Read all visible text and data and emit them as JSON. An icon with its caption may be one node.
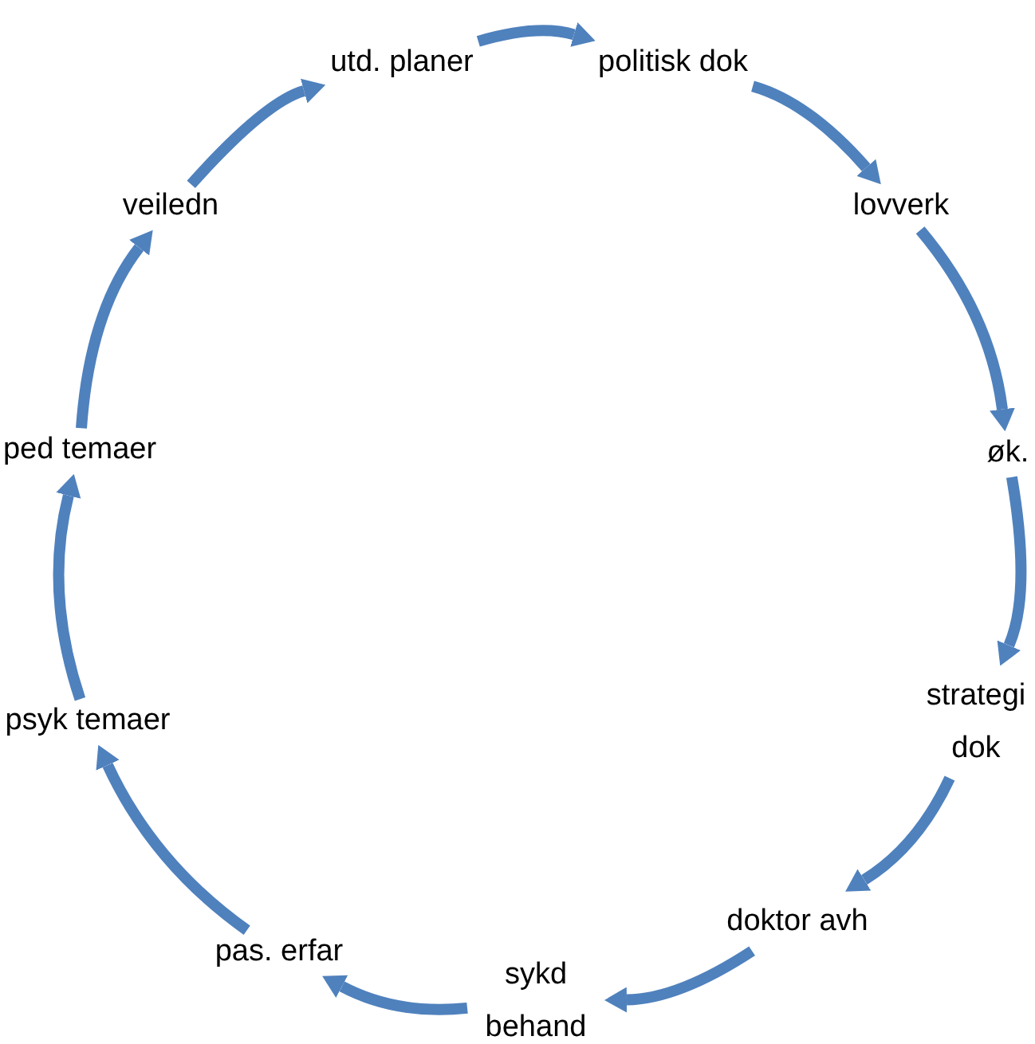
{
  "diagram": {
    "nodes": [
      {
        "text": [
          "utd. planer"
        ]
      },
      {
        "text": [
          "politisk dok"
        ]
      },
      {
        "text": [
          "lovverk"
        ]
      },
      {
        "text": [
          "øk."
        ]
      },
      {
        "text": [
          "strategi dok"
        ]
      },
      {
        "text": [
          "doktor avh"
        ]
      },
      {
        "text": [
          "sykd behand"
        ]
      },
      {
        "text": [
          "pas. erfar"
        ]
      },
      {
        "text": [
          "psyk temaer"
        ]
      },
      {
        "text": [
          "ped temaer"
        ]
      },
      {
        "text": [
          "veiledn"
        ]
      }
    ],
    "edges": [
      {
        "from": 0,
        "to": 1,
        "arrow": "to"
      },
      {
        "from": 1,
        "to": 2,
        "arrow": "to"
      },
      {
        "from": 2,
        "to": 3,
        "arrow": "to"
      },
      {
        "from": 3,
        "to": 4,
        "arrow": "to"
      },
      {
        "from": 4,
        "to": 5,
        "arrow": "to"
      },
      {
        "from": 5,
        "to": 6,
        "arrow": "to"
      },
      {
        "from": 6,
        "to": 7,
        "arrow": "to"
      },
      {
        "from": 7,
        "to": 8,
        "arrow": "to"
      },
      {
        "from": 8,
        "to": 9,
        "arrow": "to"
      },
      {
        "from": 9,
        "to": 10,
        "arrow": "to"
      },
      {
        "from": 10,
        "to": 0,
        "arrow": "to"
      }
    ]
  }
}
